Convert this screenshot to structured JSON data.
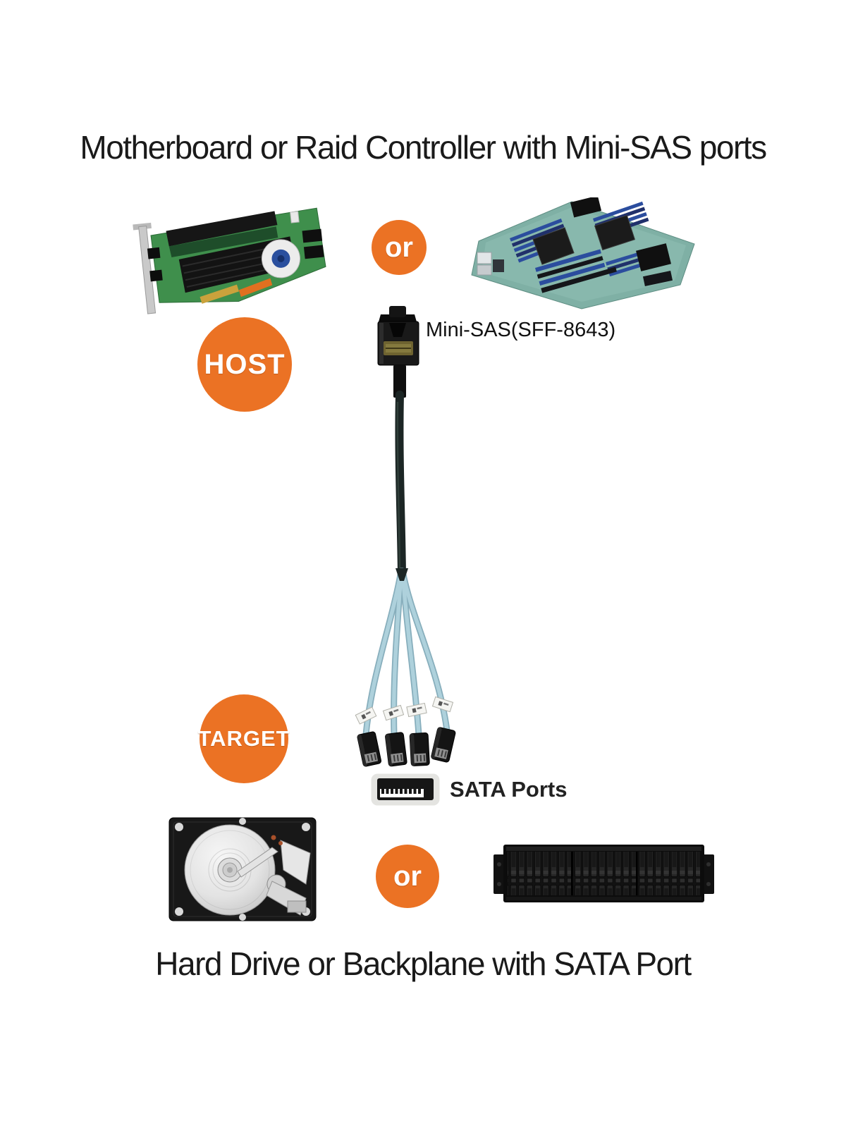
{
  "colors": {
    "accent_orange": "#EB7224",
    "cable_blue": "#A6CBD8",
    "sleeve_dark": "#1C2625",
    "text": "#1A1A1A"
  },
  "header": {
    "title": "Motherboard or Raid Controller with Mini-SAS ports"
  },
  "footer": {
    "title": "Hard Drive or Backplane with SATA Port"
  },
  "badges": {
    "or_top": "or",
    "host": "HOST",
    "target": "TARGET",
    "or_bottom": "or"
  },
  "cable": {
    "host_connector_label": "Mini-SAS(SFF-8643)",
    "target_ports_label": "SATA Ports",
    "sata_branch_count": 4
  },
  "icons": {
    "raid_controller": "raid-controller-card-photo",
    "motherboard": "server-motherboard-photo",
    "mini_sas_connector": "mini-sas-sff-8643-connector",
    "fanout_cable": "mini-sas-to-4x-sata-fanout-cable",
    "sata_port": "sata-port-icon",
    "hard_drive": "open-hard-drive-photo",
    "backplane": "2u-rack-backplane-photo"
  }
}
